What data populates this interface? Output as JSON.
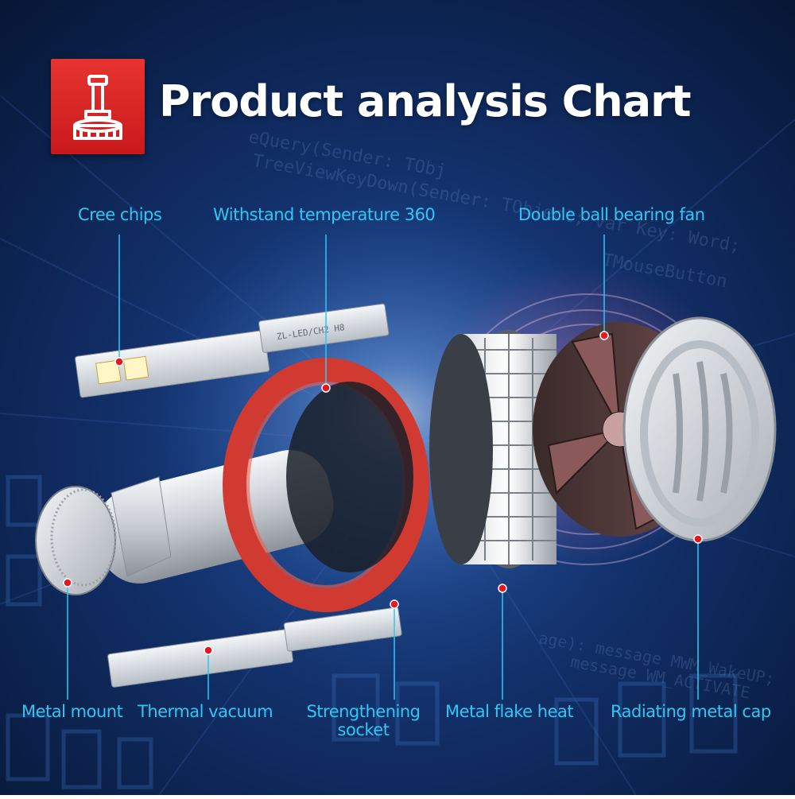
{
  "title": "Product analysis Chart",
  "badge_icon": "led-bulb-icon",
  "colors": {
    "accent": "#2fc8f4",
    "badge": "#d9241f",
    "marker": "#e8141e",
    "background": "#0a1a3a"
  },
  "labels": {
    "cree_chips": "Cree chips",
    "withstand_temperature": "Withstand temperature 360",
    "double_ball_bearing_fan": "Double ball bearing fan",
    "metal_mount": "Metal mount",
    "thermal_vacuum": "Thermal vacuum",
    "strengthening_socket_line1": "Strengthening",
    "strengthening_socket_line2": "socket",
    "metal_flake_heat": "Metal flake heat",
    "radiating_metal_cap": "Radiating metal cap"
  },
  "background_code": [
    "TreeViewKeyDown(Sender: TObject; var Key: Word;",
    "eQuery(Sender: TObj",
    "TMouseButton",
    "age): message MWM_WakeUP;",
    "message WM_ACTIVATE"
  ]
}
